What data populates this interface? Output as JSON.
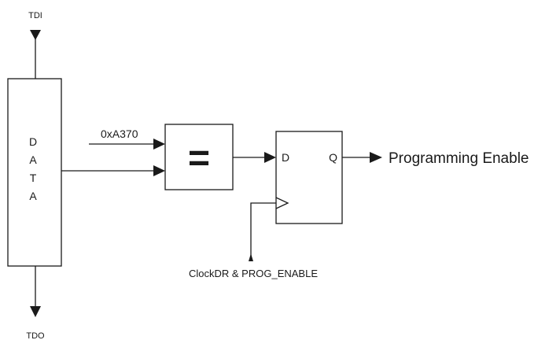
{
  "signals": {
    "tdi": "TDI",
    "tdo": "TDO",
    "key_constant": "0xA370",
    "clock": "ClockDR & PROG_ENABLE",
    "output": "Programming Enable"
  },
  "data_register": {
    "letters": [
      "D",
      "A",
      "T",
      "A"
    ]
  },
  "comparator": {
    "symbol": "="
  },
  "flip_flop": {
    "d_pin": "D",
    "q_pin": "Q"
  },
  "colors": {
    "ink": "#1a1a1a",
    "background": "#ffffff"
  }
}
